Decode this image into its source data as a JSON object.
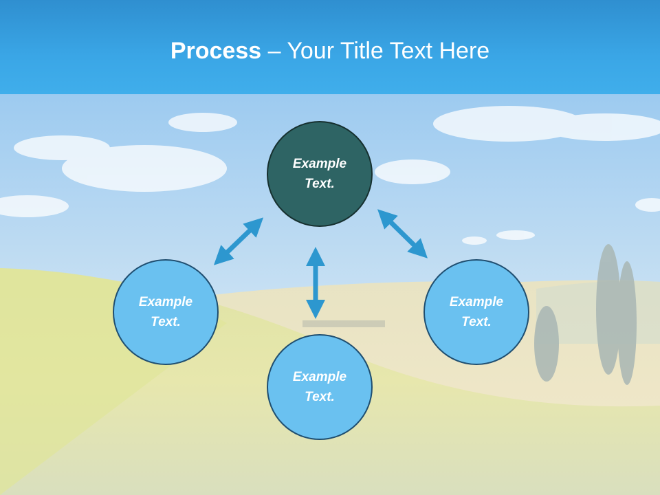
{
  "slide": {
    "title_bold": "Process",
    "title_rest": " – Your Title Text Here"
  },
  "diagram": {
    "top": "Example Text.",
    "left": "Example Text.",
    "right": "Example Text.",
    "bottom": "Example Text."
  },
  "colors": {
    "header": "#3aa6e6",
    "node_light": "#6ac1f0",
    "node_dark": "#2e6464",
    "arrow": "#2d97cf"
  }
}
